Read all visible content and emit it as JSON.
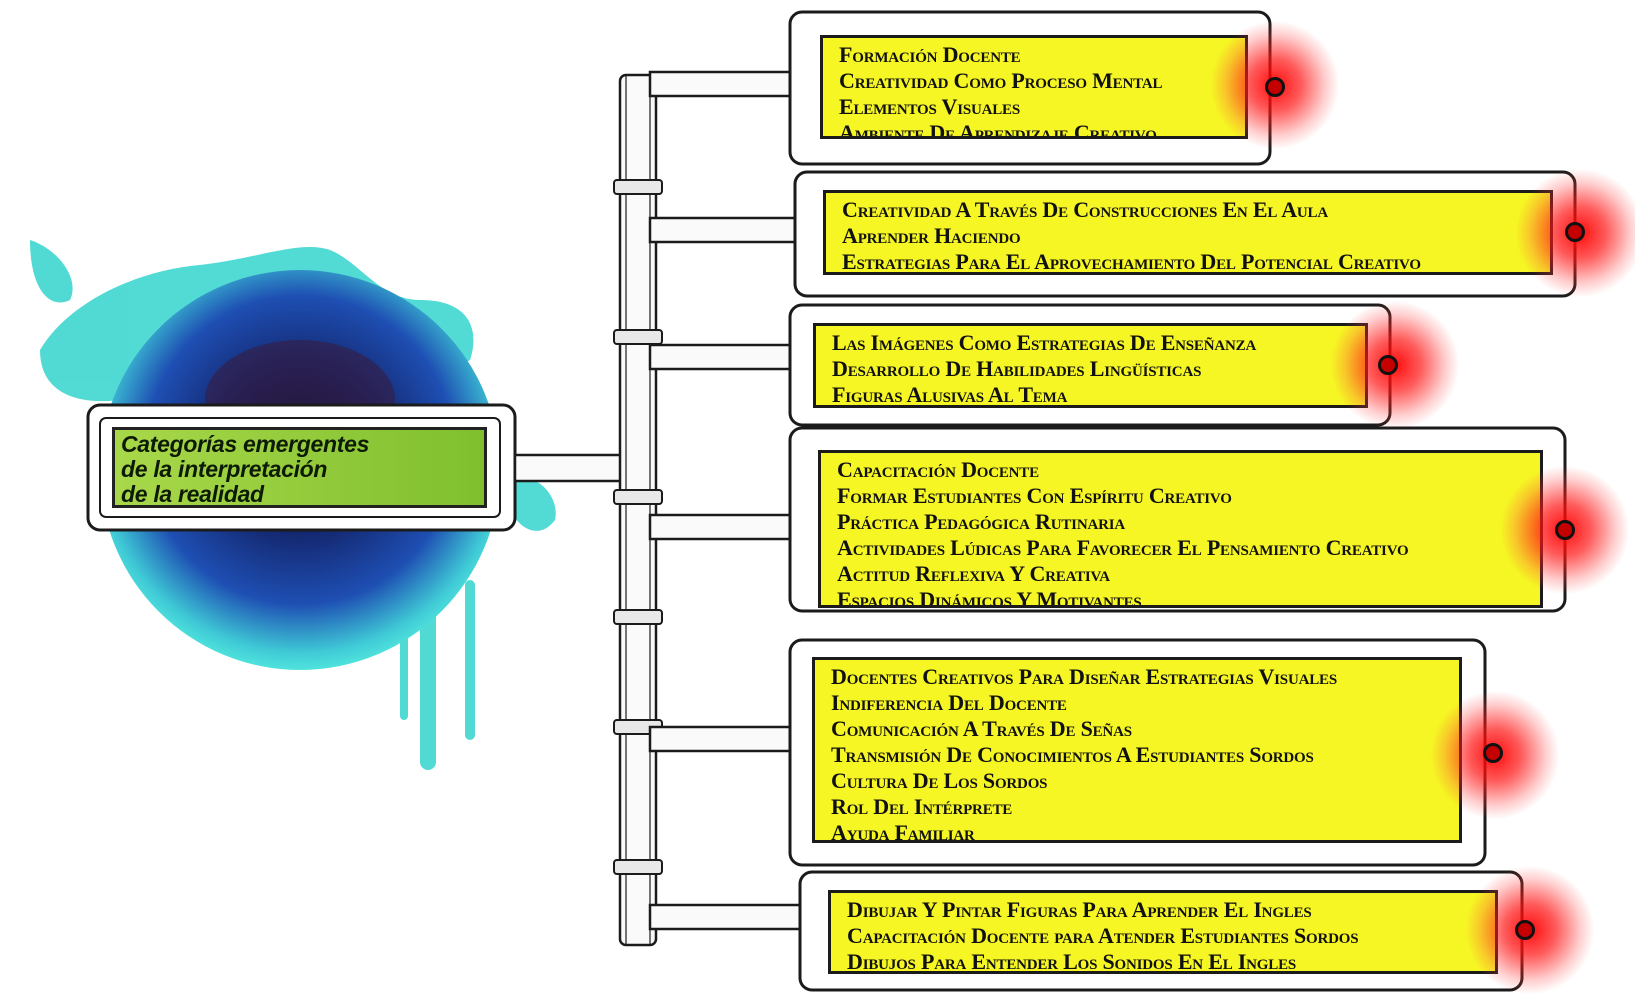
{
  "center_title": [
    "Categorías emergentes",
    "de la interpretación",
    "de la realidad"
  ],
  "categories": [
    {
      "items": [
        "Formación Docente",
        "Creatividad Como Proceso Mental",
        "Elementos Visuales",
        "Ambiente De Aprendizaje Creativo"
      ]
    },
    {
      "items": [
        "Creatividad A Través De Construcciones En El Aula",
        "Aprender Haciendo",
        "Estrategias Para El Aprovechamiento Del Potencial Creativo"
      ]
    },
    {
      "items": [
        "Las Imágenes Como Estrategias De Enseñanza",
        "Desarrollo De Habilidades Lingüísticas",
        "Figuras Alusivas Al Tema"
      ]
    },
    {
      "items": [
        "Capacitación Docente",
        "Formar Estudiantes Con Espíritu Creativo",
        "Práctica Pedagógica Rutinaria",
        "Actividades Lúdicas Para Favorecer El Pensamiento Creativo",
        "Actitud Reflexiva Y Creativa",
        "Espacios Dinámicos Y Motivantes"
      ]
    },
    {
      "items": [
        "Docentes Creativos Para Diseñar Estrategias Visuales",
        "Indiferencia Del Docente",
        "Comunicación A Través De Señas",
        "Transmisión De Conocimientos A Estudiantes Sordos",
        "Cultura De Los Sordos",
        "Rol Del Intérprete",
        "Ayuda Familiar"
      ]
    },
    {
      "items": [
        "Dibujar Y Pintar Figuras Para Aprender El Ingles",
        "Capacitación Docente para Atender Estudiantes Sordos",
        "Dibujos Para Entender Los Sonidos En El Ingles"
      ]
    }
  ],
  "colors": {
    "box_fill": "#f6f624",
    "center_fill": "#9fd143",
    "glow": "#ff0000",
    "splash": "#3fd6d0",
    "globe": "#1c3d8f"
  }
}
